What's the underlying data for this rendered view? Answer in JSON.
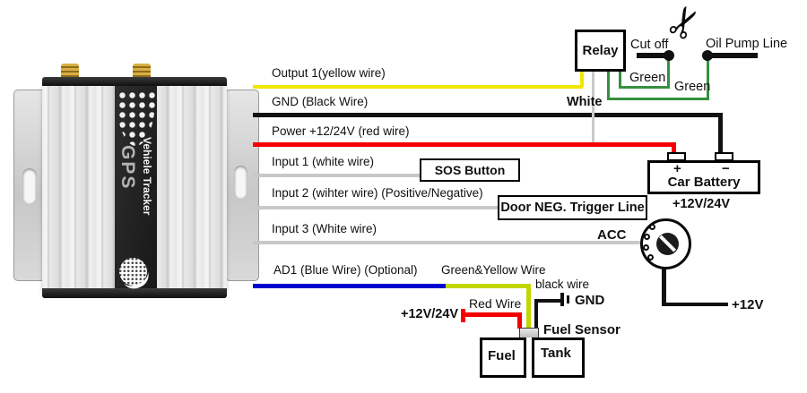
{
  "device": {
    "name_large": "GPS",
    "name_small": "Vehiele Tracker"
  },
  "wires": {
    "rows": [
      {
        "label": "Output 1(yellow wire)",
        "color_name": "yellow"
      },
      {
        "label": "GND (Black Wire)",
        "color_name": "black"
      },
      {
        "label": "Power +12/24V (red wire)",
        "color_name": "red"
      },
      {
        "label": "Input 1 (white wire)",
        "color_name": "gray"
      },
      {
        "label": "Input 2 (wihter wire) (Positive/Negative)",
        "color_name": "gray"
      },
      {
        "label": "Input 3 (White wire)",
        "color_name": "gray"
      },
      {
        "label": "AD1 (Blue Wire) (Optional)",
        "color_name": "blue"
      }
    ]
  },
  "components": {
    "relay": {
      "label": "Relay"
    },
    "sos_button": {
      "label": "SOS Button"
    },
    "door_trigger": {
      "label": "Door NEG. Trigger Line"
    },
    "car_battery": {
      "label": "Car Battery",
      "plus": "+",
      "minus": "−",
      "voltage": "+12V/24V"
    },
    "ignition": {
      "label": "ACC"
    },
    "fuel_tank": {
      "fuel": "Fuel",
      "tank": "Tank",
      "sensor_label": "Fuel Sensor"
    }
  },
  "annotations": {
    "cut_off": "Cut off",
    "oil_pump_line": "Oil Pump Line",
    "green_1": "Green",
    "green_2": "Green",
    "white": "White",
    "plus_12v": "+12V",
    "green_yellow_wire": "Green&Yellow Wire",
    "black_wire": "black wire",
    "gnd": "GND",
    "red_wire": "Red Wire",
    "fuel_power": "+12V/24V"
  },
  "icons": {
    "scissors": "✂"
  },
  "colors": {
    "yellow": "#f0e600",
    "black": "#111111",
    "red": "#f40000",
    "gray": "#c8c8c8",
    "blue": "#0000cc",
    "green": "#35903f",
    "green_yellow": "#c2d700",
    "white_wire": "#c9c9c9"
  }
}
